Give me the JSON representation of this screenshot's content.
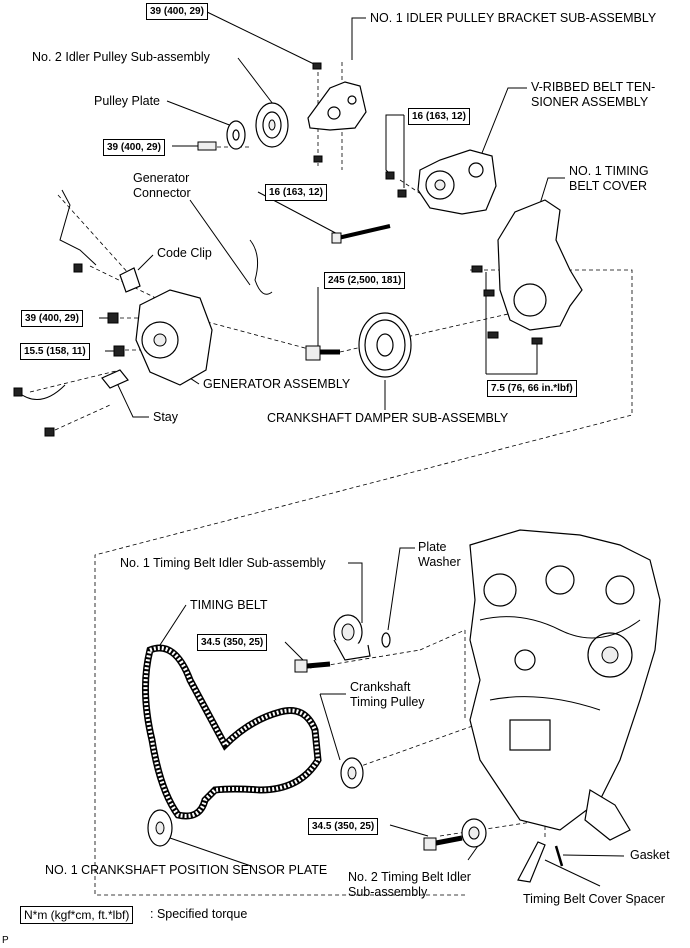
{
  "labels": {
    "idler_bracket": "NO. 1 IDLER PULLEY BRACKET SUB-ASSEMBLY",
    "idler_pulley_2": "No. 2 Idler Pulley Sub-assembly",
    "pulley_plate": "Pulley Plate",
    "tensioner_1": "V-RIBBED BELT TEN-",
    "tensioner_2": "SIONER ASSEMBLY",
    "timing_cover_1": "NO. 1 TIMING",
    "timing_cover_2": "BELT COVER",
    "gen_connector_1": "Generator",
    "gen_connector_2": "Connector",
    "code_clip": "Code Clip",
    "generator": "GENERATOR ASSEMBLY",
    "stay": "Stay",
    "damper": "CRANKSHAFT DAMPER SUB-ASSEMBLY",
    "timing_idler_1": "No. 1 Timing Belt Idler Sub-assembly",
    "plate_washer_1": "Plate",
    "plate_washer_2": "Washer",
    "timing_belt": "TIMING BELT",
    "crank_pulley_1": "Crankshaft",
    "crank_pulley_2": "Timing Pulley",
    "sensor_plate": "NO. 1 CRANKSHAFT POSITION SENSOR PLATE",
    "gasket": "Gasket",
    "idler_2_1": "No. 2 Timing Belt Idler",
    "idler_2_2": "Sub-assembly",
    "spacer": "Timing Belt Cover Spacer",
    "legend_text": ": Specified torque",
    "corner": "P"
  },
  "torques": {
    "t_bracket": "39 (400, 29)",
    "t_pulley": "39 (400, 29)",
    "t_tensioner": "16 (163, 12)",
    "t_long_bolt": "16 (163, 12)",
    "t_damper": "245 (2,500, 181)",
    "t_gen_upper": "39 (400, 29)",
    "t_gen_lower": "15.5 (158, 11)",
    "t_cover": "7.5 (76, 66 in.*lbf)",
    "t_idler_1": "34.5 (350, 25)",
    "t_idler_2": "34.5 (350, 25)",
    "legend_unit": "N*m (kgf*cm, ft.*lbf)"
  }
}
